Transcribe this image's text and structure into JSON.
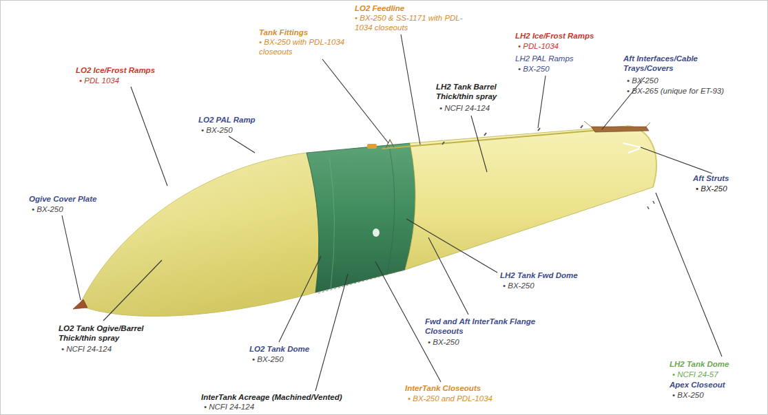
{
  "diagram": {
    "labels": [
      "LO2 Feedline",
      "• BX-250 & SS-1171 with PDL-1034 closeouts",
      "LH2 Ice/Frost Ramps",
      "• PDL-1034",
      "LH2 PAL Ramps",
      "• BX-250",
      "LO2 Ice/Frost Ramps",
      "• PDL 1034",
      "Tank Fittings",
      "• BX-250 with PDL-1034 closeouts",
      "Aft Interfaces/Cable Trays/Covers",
      "• BX-250",
      "• BX-265 (unique for ET-93)",
      "LO2 PAL Ramp",
      "• BX-250",
      "LH2 Tank Barrel Thick/thin spray",
      "• NCFI 24-124",
      "Ogive Cover Plate",
      "• BX-250",
      "Aft Struts",
      "• BX-250",
      "LH2 Tank Fwd Dome",
      "• BX-250",
      "LO2 Tank Ogive/Barrel Thick/thin spray",
      "• NCFI 24-124",
      "LO2 Tank Dome",
      "• BX-250",
      "Fwd and Aft InterTank Flange Closeouts",
      "• BX-250",
      "LH2 Tank Dome",
      "• NCFI 24-57",
      "Apex Closeout",
      "• BX-250",
      "InterTank Closeouts",
      "• BX-250 and PDL-1034",
      "InterTank Acreage (Machined/Vented)",
      "• NCFI 24-124"
    ]
  }
}
